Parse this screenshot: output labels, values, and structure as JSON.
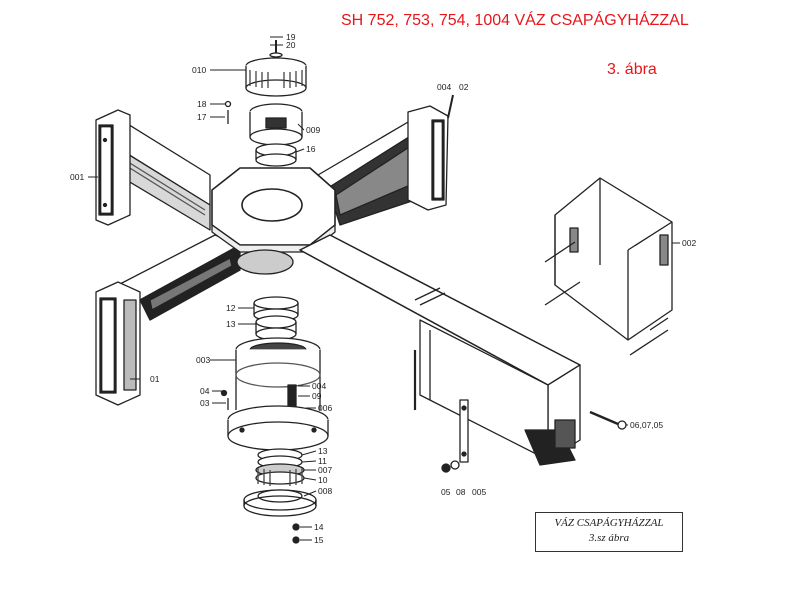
{
  "header": {
    "title": "SH 752, 753, 754, 1004 VÁZ CSAPÁGYHÁZZAL",
    "figure": "3. ábra"
  },
  "stamp": {
    "line1": "VÁZ CSAPÁGYHÁZZAL",
    "line2": "3.sz ábra"
  },
  "part_labels": {
    "p19": "19",
    "p20": "20",
    "p010": "010",
    "p18": "18",
    "p17": "17",
    "p009": "009",
    "p16": "16",
    "p004_top": "004",
    "p02": "02",
    "p001": "001",
    "p002": "002",
    "p12": "12",
    "p13_top": "13",
    "p003": "003",
    "p01": "01",
    "p04": "04",
    "p03": "03",
    "p004_mid": "004",
    "p09": "09",
    "p006": "006",
    "p13_low": "13",
    "p11": "11",
    "p007": "007",
    "p10": "10",
    "p008": "008",
    "p14": "14",
    "p15": "15",
    "p06_07_05": "06,07,05",
    "p05": "05",
    "p08": "08",
    "p005": "005"
  },
  "colors": {
    "title": "#e8151b",
    "ink": "#222222"
  }
}
